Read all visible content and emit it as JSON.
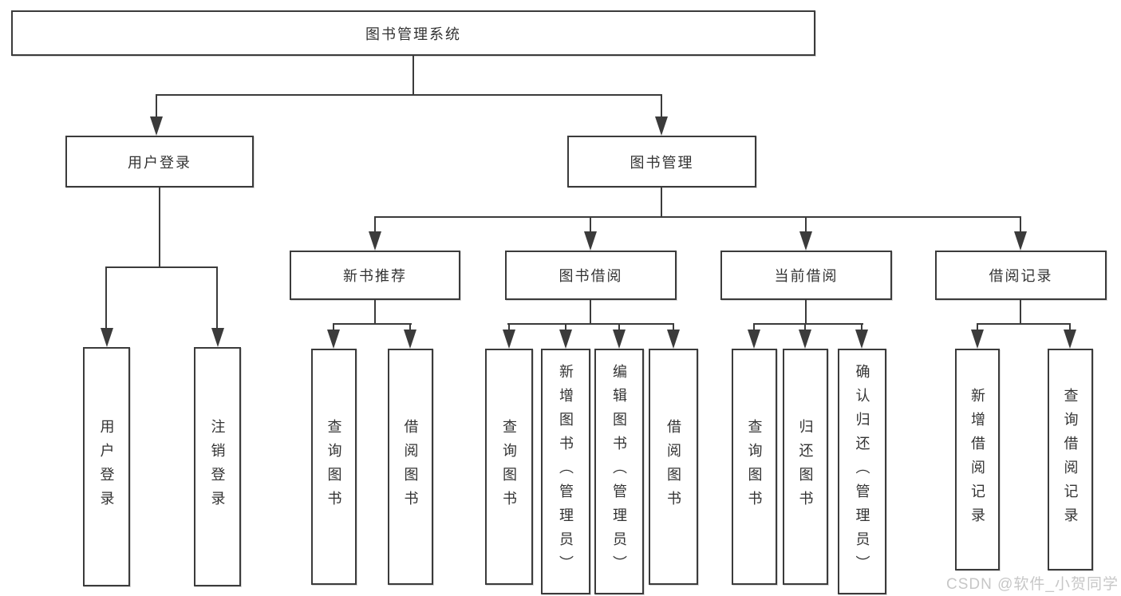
{
  "diagram": {
    "type": "tree-flowchart",
    "colors": {
      "line": "#3b3b3b",
      "text": "#333333",
      "background": "#ffffff",
      "watermark": "#c7c7c7"
    },
    "watermark": "CSDN @软件_小贺同学",
    "nodes": {
      "root": {
        "label": "图书管理系统"
      },
      "user_login": {
        "label": "用户登录"
      },
      "book_mgmt": {
        "label": "图书管理"
      },
      "user_login_leaf": {
        "label": "用户登录"
      },
      "logout_leaf": {
        "label": "注销登录"
      },
      "new_book_rec": {
        "label": "新书推荐"
      },
      "book_borrow": {
        "label": "图书借阅"
      },
      "current_borrow": {
        "label": "当前借阅"
      },
      "borrow_records": {
        "label": "借阅记录"
      },
      "nb_query": {
        "label": "查询图书"
      },
      "nb_borrow": {
        "label": "借阅图书"
      },
      "bb_query": {
        "label": "查询图书"
      },
      "bb_add": {
        "label": "新增图书（管理员）"
      },
      "bb_edit": {
        "label": "编辑图书（管理员）"
      },
      "bb_borrow": {
        "label": "借阅图书"
      },
      "cb_query": {
        "label": "查询图书"
      },
      "cb_return": {
        "label": "归还图书"
      },
      "cb_confirm": {
        "label": "确认归还（管理员）"
      },
      "br_add": {
        "label": "新增借阅记录"
      },
      "br_query": {
        "label": "查询借阅记录"
      }
    },
    "edges": [
      {
        "from": "root",
        "to": [
          "user_login",
          "book_mgmt"
        ]
      },
      {
        "from": "user_login",
        "to": [
          "user_login_leaf",
          "logout_leaf"
        ]
      },
      {
        "from": "book_mgmt",
        "to": [
          "new_book_rec",
          "book_borrow",
          "current_borrow",
          "borrow_records"
        ]
      },
      {
        "from": "new_book_rec",
        "to": [
          "nb_query",
          "nb_borrow"
        ]
      },
      {
        "from": "book_borrow",
        "to": [
          "bb_query",
          "bb_add",
          "bb_edit",
          "bb_borrow"
        ]
      },
      {
        "from": "current_borrow",
        "to": [
          "cb_query",
          "cb_return",
          "cb_confirm"
        ]
      },
      {
        "from": "borrow_records",
        "to": [
          "br_add",
          "br_query"
        ]
      }
    ]
  }
}
